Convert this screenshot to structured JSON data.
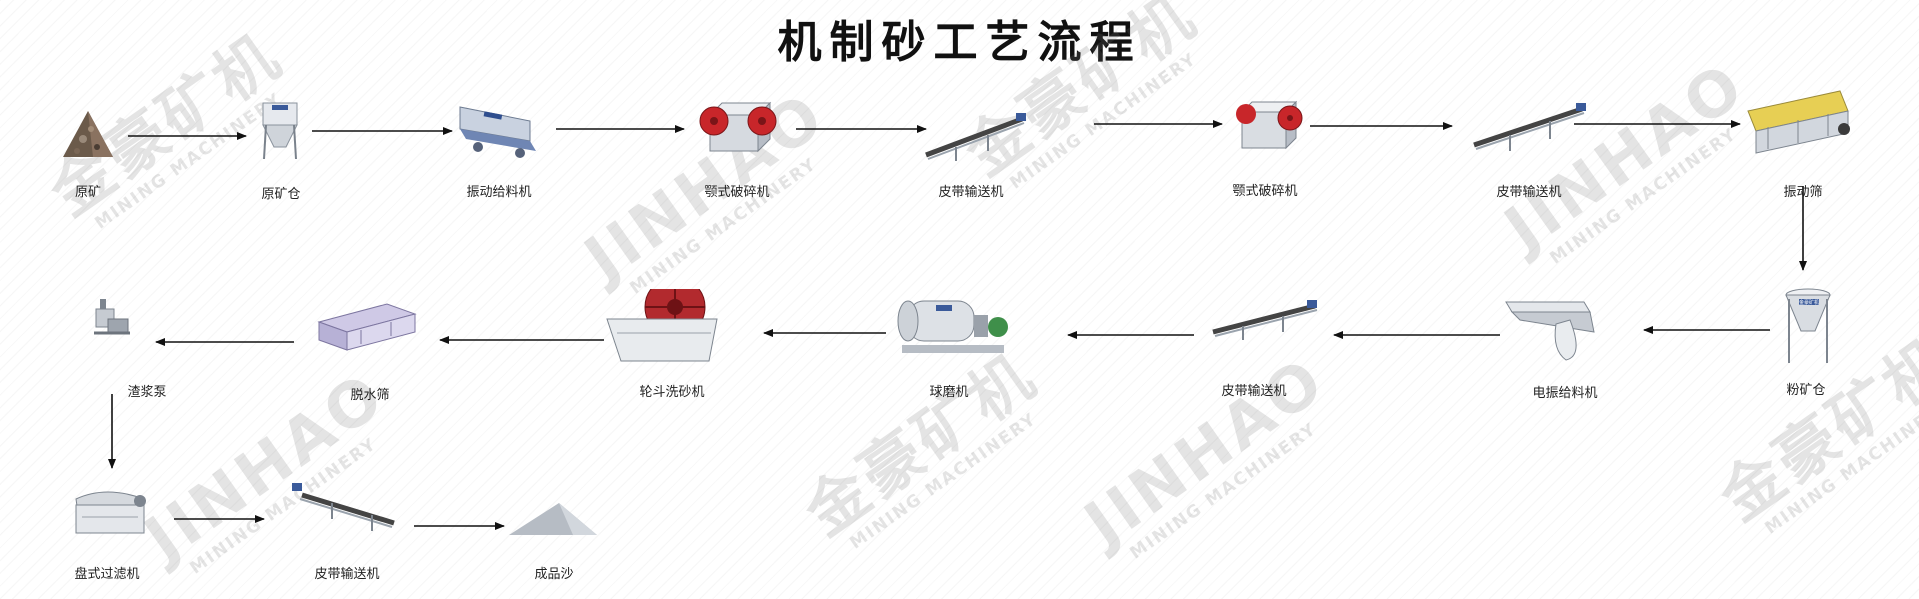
{
  "title": "机制砂工艺流程",
  "watermark": {
    "brand_cn": "金豪矿机",
    "brand_en": "JINHAO",
    "sub_en": "MINING MACHINERY",
    "plate": "金豪矿机"
  },
  "steps": [
    {
      "label": "原矿",
      "icon": "raw-ore-pile-icon"
    },
    {
      "label": "原矿仓",
      "icon": "ore-bin-icon"
    },
    {
      "label": "振动给料机",
      "icon": "vibrating-feeder-icon"
    },
    {
      "label": "颚式破碎机",
      "icon": "jaw-crusher-icon"
    },
    {
      "label": "皮带输送机",
      "icon": "belt-conveyor-icon"
    },
    {
      "label": "颚式破碎机",
      "icon": "jaw-crusher-icon"
    },
    {
      "label": "皮带输送机",
      "icon": "belt-conveyor-icon"
    },
    {
      "label": "振动筛",
      "icon": "vibrating-screen-icon"
    },
    {
      "label": "粉矿仓",
      "icon": "fine-ore-bin-icon"
    },
    {
      "label": "电振给料机",
      "icon": "electromagnetic-feeder-icon"
    },
    {
      "label": "皮带输送机",
      "icon": "belt-conveyor-icon"
    },
    {
      "label": "球磨机",
      "icon": "ball-mill-icon"
    },
    {
      "label": "轮斗洗砂机",
      "icon": "bucket-sand-washer-icon"
    },
    {
      "label": "脱水筛",
      "icon": "dewatering-screen-icon"
    },
    {
      "label": "渣浆泵",
      "icon": "slurry-pump-icon"
    },
    {
      "label": "盘式过滤机",
      "icon": "disc-filter-icon"
    },
    {
      "label": "皮带输送机",
      "icon": "belt-conveyor-icon"
    },
    {
      "label": "成品沙",
      "icon": "finished-sand-pile-icon"
    }
  ]
}
